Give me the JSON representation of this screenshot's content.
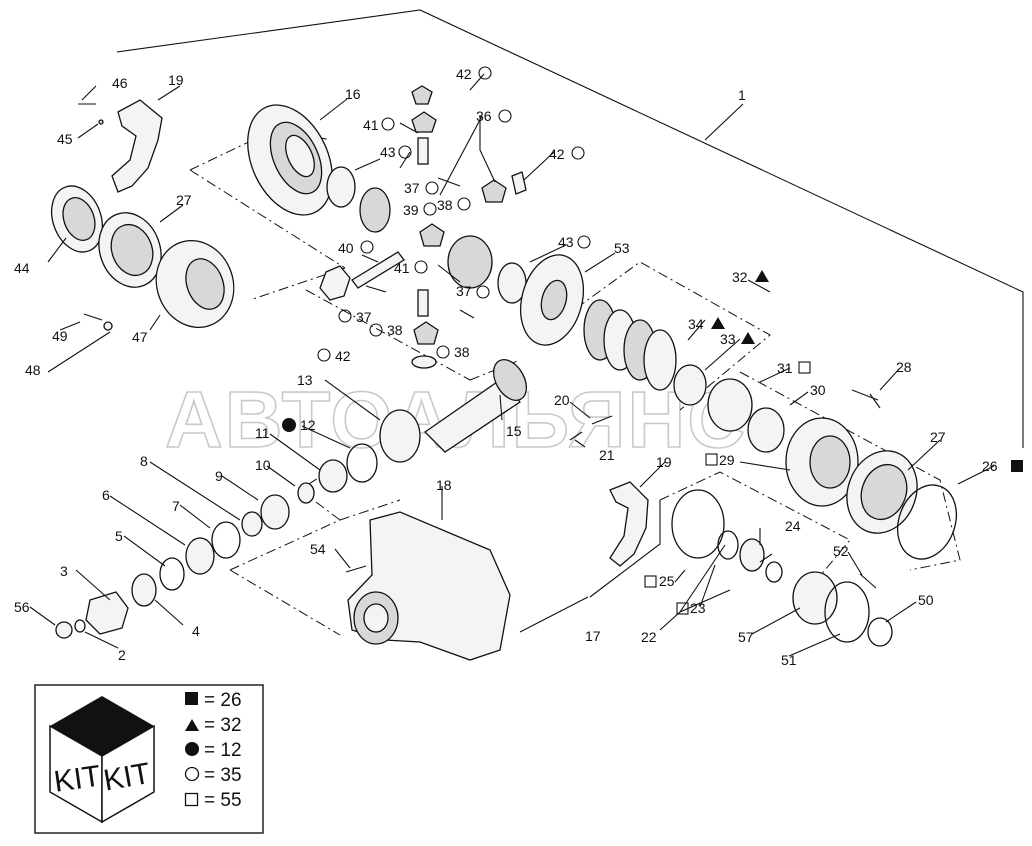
{
  "watermark": "АВТОАЛЬЯНС",
  "labels": {
    "l1": "1",
    "l2": "2",
    "l3": "3",
    "l4": "4",
    "l5": "5",
    "l6": "6",
    "l7": "7",
    "l8": "8",
    "l9": "9",
    "l10": "10",
    "l11": "11",
    "l12": "12",
    "l13": "13",
    "l15": "15",
    "l16": "16",
    "l17": "17",
    "l18": "18",
    "l19a": "19",
    "l19b": "19",
    "l20": "20",
    "l21": "21",
    "l22": "22",
    "l23": "23",
    "l24": "24",
    "l25": "25",
    "l26": "26",
    "l27a": "27",
    "l27b": "27",
    "l28": "28",
    "l29": "29",
    "l30": "30",
    "l31": "31",
    "l32": "32",
    "l33": "33",
    "l34": "34",
    "l36": "36",
    "l37a": "37",
    "l37b": "37",
    "l37c": "37",
    "l38a": "38",
    "l38b": "38",
    "l38c": "38",
    "l39": "39",
    "l40": "40",
    "l41a": "41",
    "l41b": "41",
    "l42a": "42",
    "l42b": "42",
    "l42c": "42",
    "l43a": "43",
    "l43b": "43",
    "l44": "44",
    "l45": "45",
    "l46": "46",
    "l47": "47",
    "l48": "48",
    "l49": "49",
    "l50": "50",
    "l51": "51",
    "l52": "52",
    "l53": "53",
    "l54": "54",
    "l56": "56",
    "l57": "57"
  },
  "legend": {
    "kit_word": "KIT",
    "rows": [
      {
        "symbol": "filled-square",
        "text": "= 26"
      },
      {
        "symbol": "filled-triangle",
        "text": "= 32"
      },
      {
        "symbol": "filled-circle",
        "text": "= 12"
      },
      {
        "symbol": "open-circle",
        "text": "= 35"
      },
      {
        "symbol": "open-square",
        "text": "= 55"
      }
    ]
  }
}
